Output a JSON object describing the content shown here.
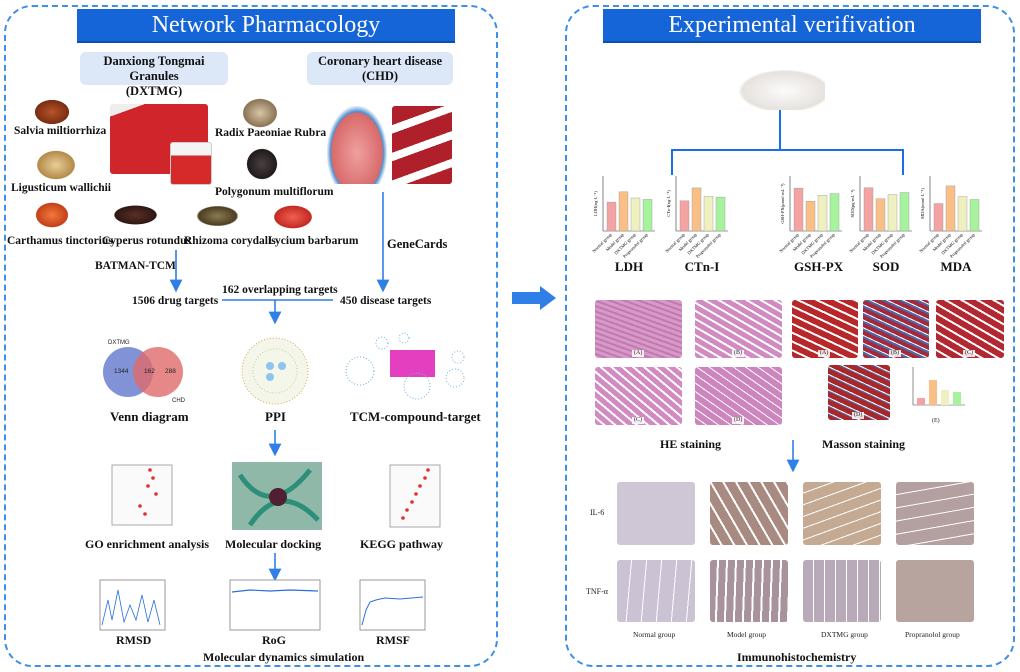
{
  "left": {
    "title": "Network Pharmacology",
    "dxtmg": {
      "line1": "Danxiong Tongmai Granules",
      "line2": "(DXTMG)"
    },
    "chd": {
      "line1": "Coronary heart disease",
      "line2": "(CHD)"
    },
    "herbs": [
      "Salvia miltiorrhiza",
      "Ligusticum wallichii",
      "Carthamus tinctorius",
      "Cyperus rotundus",
      "Rhizoma corydalis",
      "Lycium barbarum",
      "Radix Paeoniae Rubra",
      "Polygonum multiflorum"
    ],
    "batman": "BATMAN-TCM",
    "genecards": "GeneCards",
    "drug_targets": "1506 drug targets",
    "overlap": "162 overlapping targets",
    "disease_targets": "450 disease targets",
    "venn": {
      "a": "DXTMG",
      "b": "CHD",
      "a_only": "1344",
      "both": "162",
      "b_only": "288",
      "label": "Venn diagram"
    },
    "ppi": "PPI",
    "tcm": "TCM-compound-target",
    "go": "GO enrichment analysis",
    "docking": "Molecular docking",
    "kegg": "KEGG pathway",
    "rmsd": "RMSD",
    "rog": "RoG",
    "rmsf": "RMSF",
    "md": "Molecular dynamics simulation"
  },
  "right": {
    "title": "Experimental verifivation",
    "groups": [
      "Normal group",
      "Model group",
      "DXTMG group",
      "Propranolol group"
    ],
    "bar_colors": [
      "#f4a3a3",
      "#f8bf86",
      "#eef0bf",
      "#a6f29d"
    ],
    "charts": [
      {
        "name": "LDH",
        "ylabel": "LDH(ng·L⁻¹)",
        "ylim": [
          0,
          80
        ],
        "values": [
          42,
          57,
          48,
          46
        ]
      },
      {
        "name": "CTn-I",
        "ylabel": "CTn-I(ng·L⁻¹)",
        "ylim": [
          0,
          300
        ],
        "values": [
          165,
          235,
          190,
          185
        ]
      },
      {
        "name": "GSH-PX",
        "ylabel": "GSH-PX(μmol·mL⁻¹)",
        "ylim": [
          0,
          100
        ],
        "values": [
          78,
          54,
          65,
          68
        ]
      },
      {
        "name": "SOD",
        "ylabel": "SOD(pg·mL⁻¹)",
        "ylim": [
          0,
          80
        ],
        "values": [
          63,
          47,
          53,
          56
        ]
      },
      {
        "name": "MDA",
        "ylabel": "MDA(nmol·L⁻¹)",
        "ylim": [
          0,
          15
        ],
        "values": [
          7.5,
          12.3,
          9.4,
          8.6
        ]
      }
    ],
    "he": {
      "label": "HE staining",
      "panels": [
        "(A)",
        "(B)",
        "(C)",
        "(D)"
      ]
    },
    "masson": {
      "label": "Masson staining",
      "panels": [
        "(A)",
        "(B)",
        "(C)",
        "(D)",
        "(E)"
      ]
    },
    "ihc": {
      "label": "Immunohistochemistry",
      "rows": [
        "IL-6",
        "TNF-α"
      ],
      "columns": [
        "Normal group",
        "Model group",
        "DXTMG group",
        "Propranolol group"
      ]
    }
  }
}
